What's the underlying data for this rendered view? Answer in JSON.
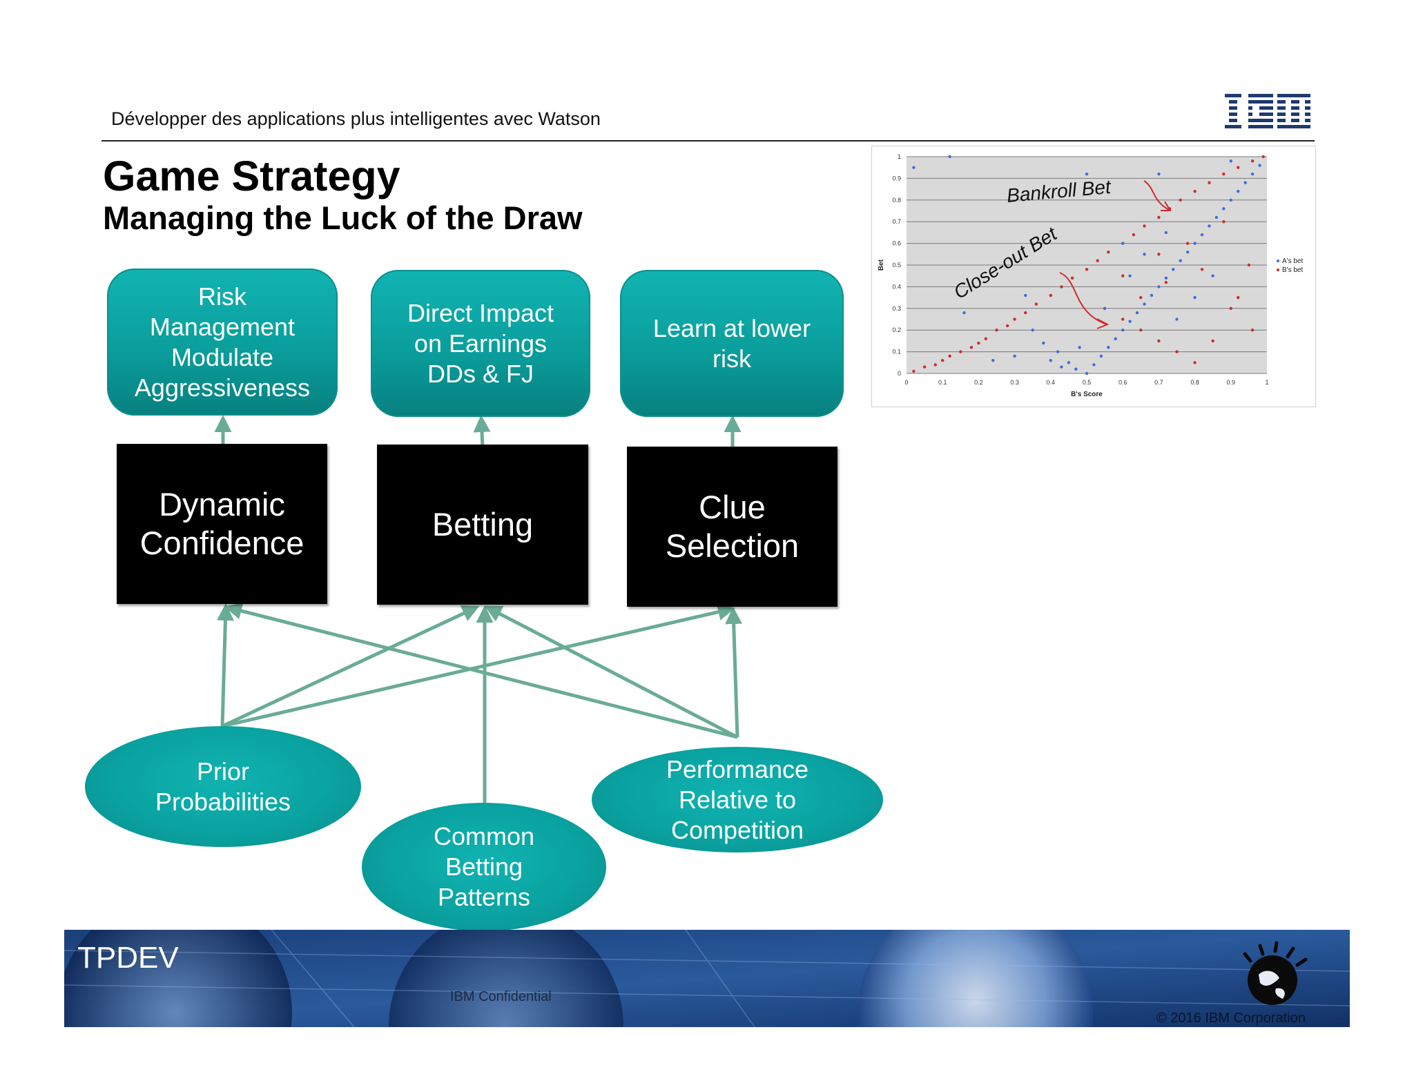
{
  "header": {
    "text": "Développer des applications plus intelligentes avec Watson"
  },
  "brand": {
    "logo_text": "IBM",
    "footer_label": "TPDEV",
    "confidential": "IBM Confidential",
    "copyright": "© 2016 IBM Corporation"
  },
  "slide": {
    "title": "Game Strategy",
    "subtitle": "Managing the Luck of the Draw"
  },
  "goals": [
    {
      "lines": [
        "Risk",
        "Management",
        "Modulate",
        "Aggressiveness"
      ]
    },
    {
      "lines": [
        "Direct Impact",
        "on Earnings",
        "DDs & FJ"
      ]
    },
    {
      "lines": [
        "Learn at lower",
        "risk"
      ]
    }
  ],
  "components": [
    {
      "lines": [
        "Dynamic",
        "Confidence"
      ]
    },
    {
      "lines": [
        "Betting"
      ]
    },
    {
      "lines": [
        "Clue",
        "Selection"
      ]
    }
  ],
  "inputs": [
    {
      "lines": [
        "Prior",
        "Probabilities"
      ]
    },
    {
      "lines": [
        "Common",
        "Betting",
        "Patterns"
      ]
    },
    {
      "lines": [
        "Performance",
        "Relative to",
        "Competition"
      ]
    }
  ],
  "colors": {
    "teal": "#0a9e9c",
    "connector": "#6aab96",
    "series_a": "#3a6fe0",
    "series_b": "#d02b2b"
  },
  "chart_data": {
    "type": "scatter",
    "xlabel": "B's Score",
    "ylabel": "Bet",
    "xlim": [
      0,
      1
    ],
    "ylim": [
      0,
      1
    ],
    "x_ticks": [
      "0",
      "0.1",
      "0.2",
      "0.3",
      "0.4",
      "0.5",
      "0.6",
      "0.7",
      "0.8",
      "0.9",
      "1"
    ],
    "y_ticks": [
      "0",
      "0.1",
      "0.2",
      "0.3",
      "0.4",
      "0.5",
      "0.6",
      "0.7",
      "0.8",
      "0.9",
      "1"
    ],
    "grid": true,
    "legend_position": "right",
    "annotations": [
      "Bankroll Bet",
      "Close-out Bet"
    ],
    "series": [
      {
        "name": "A's bet",
        "color": "#3a6fe0",
        "points": [
          [
            0.5,
            0
          ],
          [
            0.52,
            0.04
          ],
          [
            0.54,
            0.08
          ],
          [
            0.56,
            0.12
          ],
          [
            0.58,
            0.16
          ],
          [
            0.6,
            0.2
          ],
          [
            0.62,
            0.24
          ],
          [
            0.64,
            0.28
          ],
          [
            0.66,
            0.32
          ],
          [
            0.68,
            0.36
          ],
          [
            0.7,
            0.4
          ],
          [
            0.72,
            0.44
          ],
          [
            0.74,
            0.48
          ],
          [
            0.76,
            0.52
          ],
          [
            0.78,
            0.56
          ],
          [
            0.8,
            0.6
          ],
          [
            0.82,
            0.64
          ],
          [
            0.84,
            0.68
          ],
          [
            0.86,
            0.72
          ],
          [
            0.88,
            0.76
          ],
          [
            0.9,
            0.8
          ],
          [
            0.92,
            0.84
          ],
          [
            0.94,
            0.88
          ],
          [
            0.96,
            0.92
          ],
          [
            0.98,
            0.96
          ],
          [
            0.45,
            0.05
          ],
          [
            0.42,
            0.1
          ],
          [
            0.38,
            0.14
          ],
          [
            0.35,
            0.2
          ],
          [
            0.3,
            0.08
          ],
          [
            0.48,
            0.12
          ],
          [
            0.47,
            0.02
          ],
          [
            0.43,
            0.03
          ],
          [
            0.4,
            0.06
          ],
          [
            0.55,
            0.3
          ],
          [
            0.62,
            0.45
          ],
          [
            0.66,
            0.55
          ],
          [
            0.72,
            0.65
          ],
          [
            0.75,
            0.25
          ],
          [
            0.8,
            0.35
          ],
          [
            0.85,
            0.45
          ],
          [
            0.6,
            0.6
          ],
          [
            0.02,
            0.95
          ],
          [
            0.12,
            1.0
          ],
          [
            0.5,
            0.92
          ],
          [
            0.7,
            0.92
          ],
          [
            0.9,
            0.98
          ],
          [
            0.16,
            0.28
          ],
          [
            0.24,
            0.06
          ],
          [
            0.33,
            0.36
          ]
        ]
      },
      {
        "name": "B's bet",
        "color": "#d02b2b",
        "points": [
          [
            0.02,
            0.01
          ],
          [
            0.05,
            0.03
          ],
          [
            0.08,
            0.04
          ],
          [
            0.1,
            0.06
          ],
          [
            0.12,
            0.08
          ],
          [
            0.15,
            0.1
          ],
          [
            0.18,
            0.12
          ],
          [
            0.2,
            0.14
          ],
          [
            0.22,
            0.16
          ],
          [
            0.25,
            0.2
          ],
          [
            0.28,
            0.22
          ],
          [
            0.3,
            0.25
          ],
          [
            0.33,
            0.28
          ],
          [
            0.36,
            0.32
          ],
          [
            0.4,
            0.36
          ],
          [
            0.43,
            0.4
          ],
          [
            0.46,
            0.44
          ],
          [
            0.5,
            0.48
          ],
          [
            0.53,
            0.52
          ],
          [
            0.56,
            0.56
          ],
          [
            0.6,
            0.6
          ],
          [
            0.63,
            0.64
          ],
          [
            0.66,
            0.68
          ],
          [
            0.7,
            0.72
          ],
          [
            0.73,
            0.76
          ],
          [
            0.76,
            0.8
          ],
          [
            0.8,
            0.84
          ],
          [
            0.84,
            0.88
          ],
          [
            0.88,
            0.92
          ],
          [
            0.92,
            0.95
          ],
          [
            0.96,
            0.98
          ],
          [
            0.99,
            1.0
          ],
          [
            0.55,
            0.3
          ],
          [
            0.6,
            0.25
          ],
          [
            0.65,
            0.2
          ],
          [
            0.7,
            0.15
          ],
          [
            0.75,
            0.1
          ],
          [
            0.8,
            0.05
          ],
          [
            0.85,
            0.15
          ],
          [
            0.9,
            0.3
          ],
          [
            0.95,
            0.5
          ],
          [
            0.6,
            0.45
          ],
          [
            0.7,
            0.55
          ],
          [
            0.78,
            0.6
          ],
          [
            0.88,
            0.7
          ],
          [
            0.92,
            0.35
          ],
          [
            0.65,
            0.35
          ],
          [
            0.72,
            0.42
          ],
          [
            0.82,
            0.48
          ],
          [
            0.96,
            0.2
          ]
        ]
      }
    ]
  }
}
